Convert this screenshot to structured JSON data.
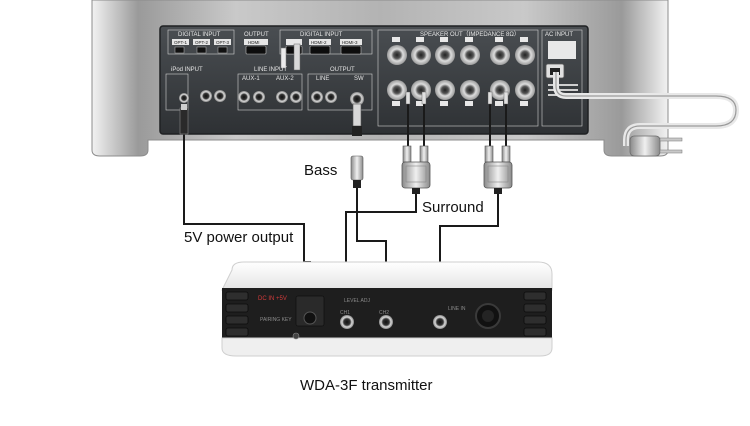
{
  "receiver": {
    "panel_labels": {
      "digital_input_left": "DIGITAL INPUT",
      "opt1": "OPT-1",
      "opt2": "OPT-2",
      "opt3": "OPT-3",
      "output": "OUTPUT",
      "hdmi": "HDMI",
      "digital_input_right": "DIGITAL INPUT",
      "hdmi2": "HDMI-2",
      "hdmi3": "HDMI-3",
      "speaker_out": "SPEAKER OUT（IMPEDANCE 8Ω）",
      "ac_input": "AC INPUT",
      "ipod_input": "iPod INPUT",
      "line_input": "LINE INPUT",
      "aux1": "AUX-1",
      "aux2": "AUX-2",
      "output2": "OUTPUT",
      "line": "LINE",
      "sw": "SW"
    }
  },
  "labels": {
    "bass": "Bass",
    "surround": "Surround",
    "power": "5V power output",
    "transmitter": "WDA-3F transmitter"
  },
  "transmitter": {
    "dc_in": "DC IN +5V",
    "pairing_key": "PAIRING KEY",
    "ch1": "CH1",
    "ch2": "CH2",
    "level_adj": "LEVEL ADJ",
    "line_in": "LINE IN"
  },
  "colors": {
    "receiver_silver": "#a8a8a8",
    "panel_dark": "#3a3d40",
    "cable": "#1a1a1a",
    "transmitter_white": "#f4f4f4",
    "transmitter_black": "#1e1e1e"
  }
}
